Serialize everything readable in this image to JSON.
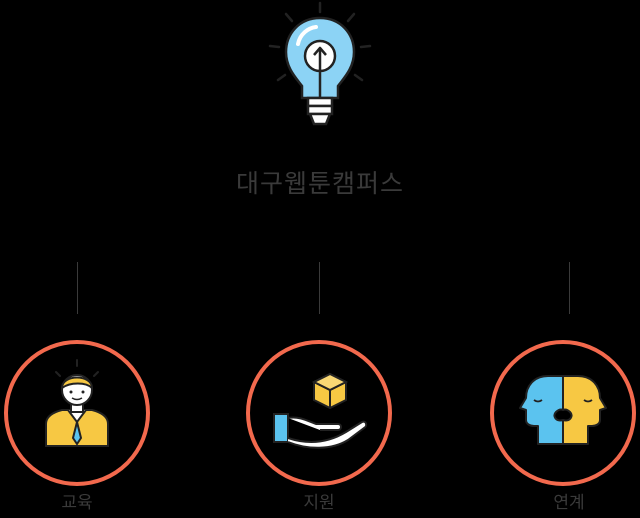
{
  "title": "대구웹툰캠퍼스",
  "nodes": [
    {
      "label": "교육",
      "icon": "teacher-icon"
    },
    {
      "label": "지원",
      "icon": "hand-box-icon"
    },
    {
      "label": "연계",
      "icon": "puzzle-heads-icon"
    }
  ],
  "colors": {
    "background": "#000000",
    "ring": "#f2694d",
    "text": "#3a3a3a",
    "bulb": "#8cd3f5",
    "yellow": "#f7c843",
    "blue": "#5bc3ef"
  }
}
